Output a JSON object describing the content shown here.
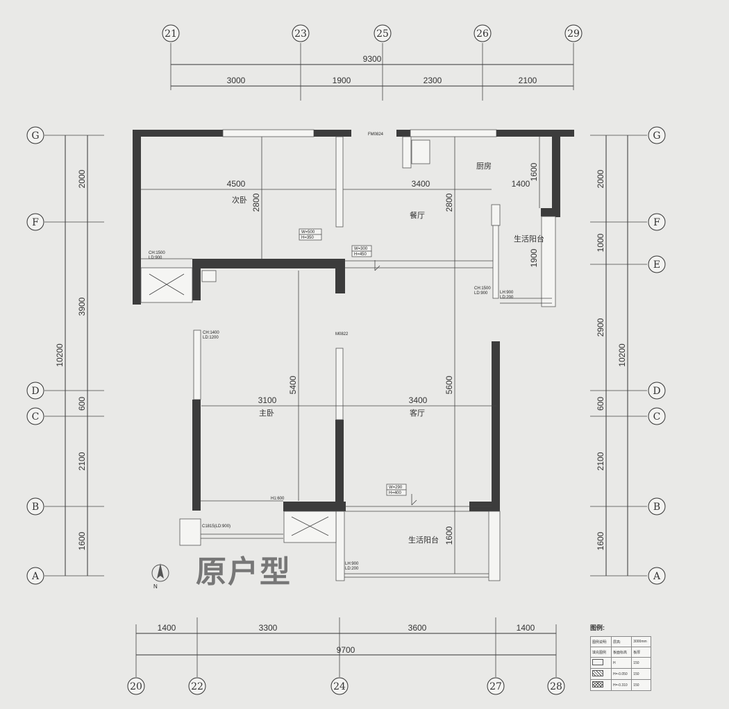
{
  "axes": {
    "top": [
      "21",
      "23",
      "25",
      "26",
      "29"
    ],
    "bottom": [
      "20",
      "22",
      "24",
      "27",
      "28"
    ],
    "left": [
      "G",
      "F",
      "D",
      "C",
      "B",
      "A"
    ],
    "right": [
      "G",
      "F",
      "E",
      "D",
      "C",
      "B",
      "A"
    ]
  },
  "dims": {
    "top_total": "9300",
    "top_segments": [
      "3000",
      "1900",
      "2300",
      "2100"
    ],
    "bottom_segments": [
      "1400",
      "3300",
      "3600",
      "1400"
    ],
    "bottom_total": "9700",
    "left_segments": [
      "2000",
      "3900",
      "600",
      "2100",
      "1600"
    ],
    "left_total": "10200",
    "right_segments": [
      "2000",
      "1000",
      "2900",
      "600",
      "2100",
      "1600"
    ],
    "right_total": "10200",
    "inner": {
      "w_4500": "4500",
      "w_3400_top": "3400",
      "w_1400": "1400",
      "h_2800_a": "2800",
      "h_2800_b": "2800",
      "h_1600": "1600",
      "h_1900": "1900",
      "w_3100": "3100",
      "w_3400_mid": "3400",
      "h_5400": "5400",
      "h_5600": "5600",
      "h_1600_bottom": "1600"
    }
  },
  "rooms": {
    "second_bedroom": "次卧",
    "dining": "餐厅",
    "kitchen": "厨房",
    "service_balcony": "生活阳台",
    "master_bedroom": "主卧",
    "living": "客厅",
    "living_balcony": "生活阳台"
  },
  "tags": {
    "fm": "FM0824",
    "beam1_w": "W=500",
    "beam1_h": "H=350",
    "beam2_w": "W=300",
    "beam2_h": "H=450",
    "beam3_w": "W=290",
    "beam3_h": "H=400",
    "ch1500_a_1": "CH:1500",
    "ch1500_a_2": "LD:900",
    "ch1500_b_1": "CH:1500",
    "ch1500_b_2": "LD:900",
    "lh900_a_1": "LH:900",
    "lh900_a_2": "LD:200",
    "ch1400_1": "CH:1400",
    "ch1400_2": "LD:1200",
    "m0822": "M0822",
    "h1600": "H1:600",
    "c1815": "C1815(LD:900)",
    "lh900_b_1": "LH:900",
    "lh900_b_2": "LD:200"
  },
  "title": "原户型",
  "compass_label": "N",
  "legend": {
    "title": "图例:",
    "rows": [
      [
        "图例说明:",
        "层高:",
        "3000mm"
      ],
      [
        "填充图例",
        "板面标高",
        "板厚"
      ],
      [
        "",
        "H",
        "150"
      ],
      [
        "",
        "H=-0.050",
        "150"
      ],
      [
        "",
        "H=-0.310",
        "150"
      ]
    ]
  }
}
